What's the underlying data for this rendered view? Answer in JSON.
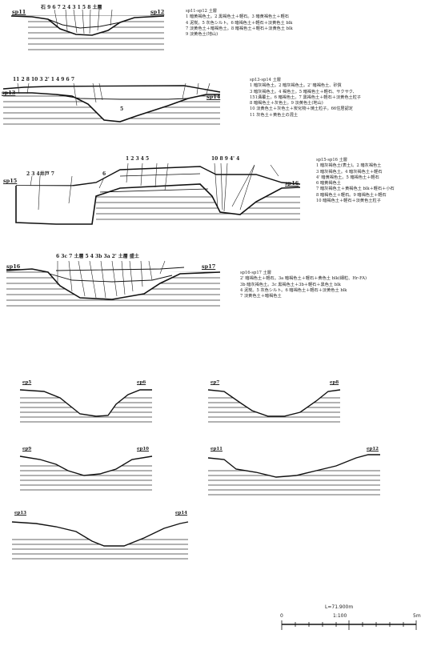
{
  "sections": [
    {
      "id": "sp11-sp12",
      "left_label": "sp11",
      "right_label": "sp12",
      "layer_numbers": "石 9 6   7 2 4 3 1  5  8  土層",
      "legend_title": "sp11-sp12  土層",
      "legend": [
        "1  暗黄褐色土。2  黒褐色土＋軽石。3  暗黄褐色土＋軽石",
        "4  泥炭。5  灰色シルト。6  暗褐色土＋軽石＋淡黄色土 blk",
        "7  淡黄色土＋暗褐色土。8  暗褐色土＋軽石＋淡黄色土 blk",
        "9  淡黄色土(地山)"
      ]
    },
    {
      "id": "sp13-sp14",
      "left_label": "sp13",
      "right_label": "sp14",
      "layer_numbers": "11  2        8    10 3  2'          1                      4     9  6 7",
      "legend_title": "sp13-sp14  土層",
      "legend": [
        "1  暗灰褐色土。2  暗灰褐色土。2' 暗褐色土、砂質",
        "3  暗灰褐色土。4  褐色土。5  暗褐色土＋軽石、サクサク、",
        "    151溝覆土。6  暗褐色土。7  黒褐色土＋軽石＋淡黄色土粒子",
        "8  暗褐色土＋灰色土。9  淡黄色土(地山)",
        "10  淡黄色土＋灰色土＋炭化物＋焼土粒子。66住居認定",
        "11  灰色土＋黄色土の混土"
      ]
    },
    {
      "id": "sp15-sp16",
      "left_label": "sp15",
      "right_label": "sp16",
      "layer_numbers_left": "2  3    4井戸      7",
      "layer_numbers_mid": "6",
      "layer_numbers_top": "1   2   3   4   5",
      "layer_numbers_right": "10 8  9          4'       4",
      "legend_title": "sp15-sp16  土層",
      "legend": [
        "1  暗灰褐色土(表土)。2  暗灰褐色土",
        "3  暗灰褐色土。4  暗灰褐色土＋軽石",
        "4' 暗黄褐色土。5  暗褐色土＋軽石",
        "6  暗黄褐色土",
        "7  暗灰褐色土＋黄褐色土 blk＋軽石＋小石",
        "8  暗褐色土＋軽石。9  暗褐色土＋軽石",
        "10  暗褐色土＋軽石＋淡黄色土粒子"
      ]
    },
    {
      "id": "sp16-sp17",
      "left_label": "sp16",
      "right_label": "sp17",
      "layer_numbers": "6   3c 7 土層 5  4  3b  3a  2'  土層   盛土",
      "legend_title": "sp16-sp17  土層",
      "legend": [
        "2' 暗褐色土＋軽石。3a 暗褐色土＋軽石＋黄色土 blk(細粒、Hr-FA)",
        "3b 暗灰褐色土。3c 黒褐色土＋3b＋軽石＋黒色土 blk",
        "4  泥炭。5  灰色シルト。6  暗褐色土＋軽石＋淡黄色土 blk",
        "7  淡黄色土＋暗褐色土"
      ]
    }
  ],
  "ep_profiles": [
    {
      "left": "ep5",
      "right": "ep6"
    },
    {
      "left": "ep7",
      "right": "ep8"
    },
    {
      "left": "ep9",
      "right": "ep10"
    },
    {
      "left": "ep11",
      "right": "ep12"
    },
    {
      "left": "ep13",
      "right": "ep14"
    }
  ],
  "scale": {
    "elevation": "L=71.900m",
    "ratio": "1:100",
    "zero": "0",
    "end": "5m"
  }
}
